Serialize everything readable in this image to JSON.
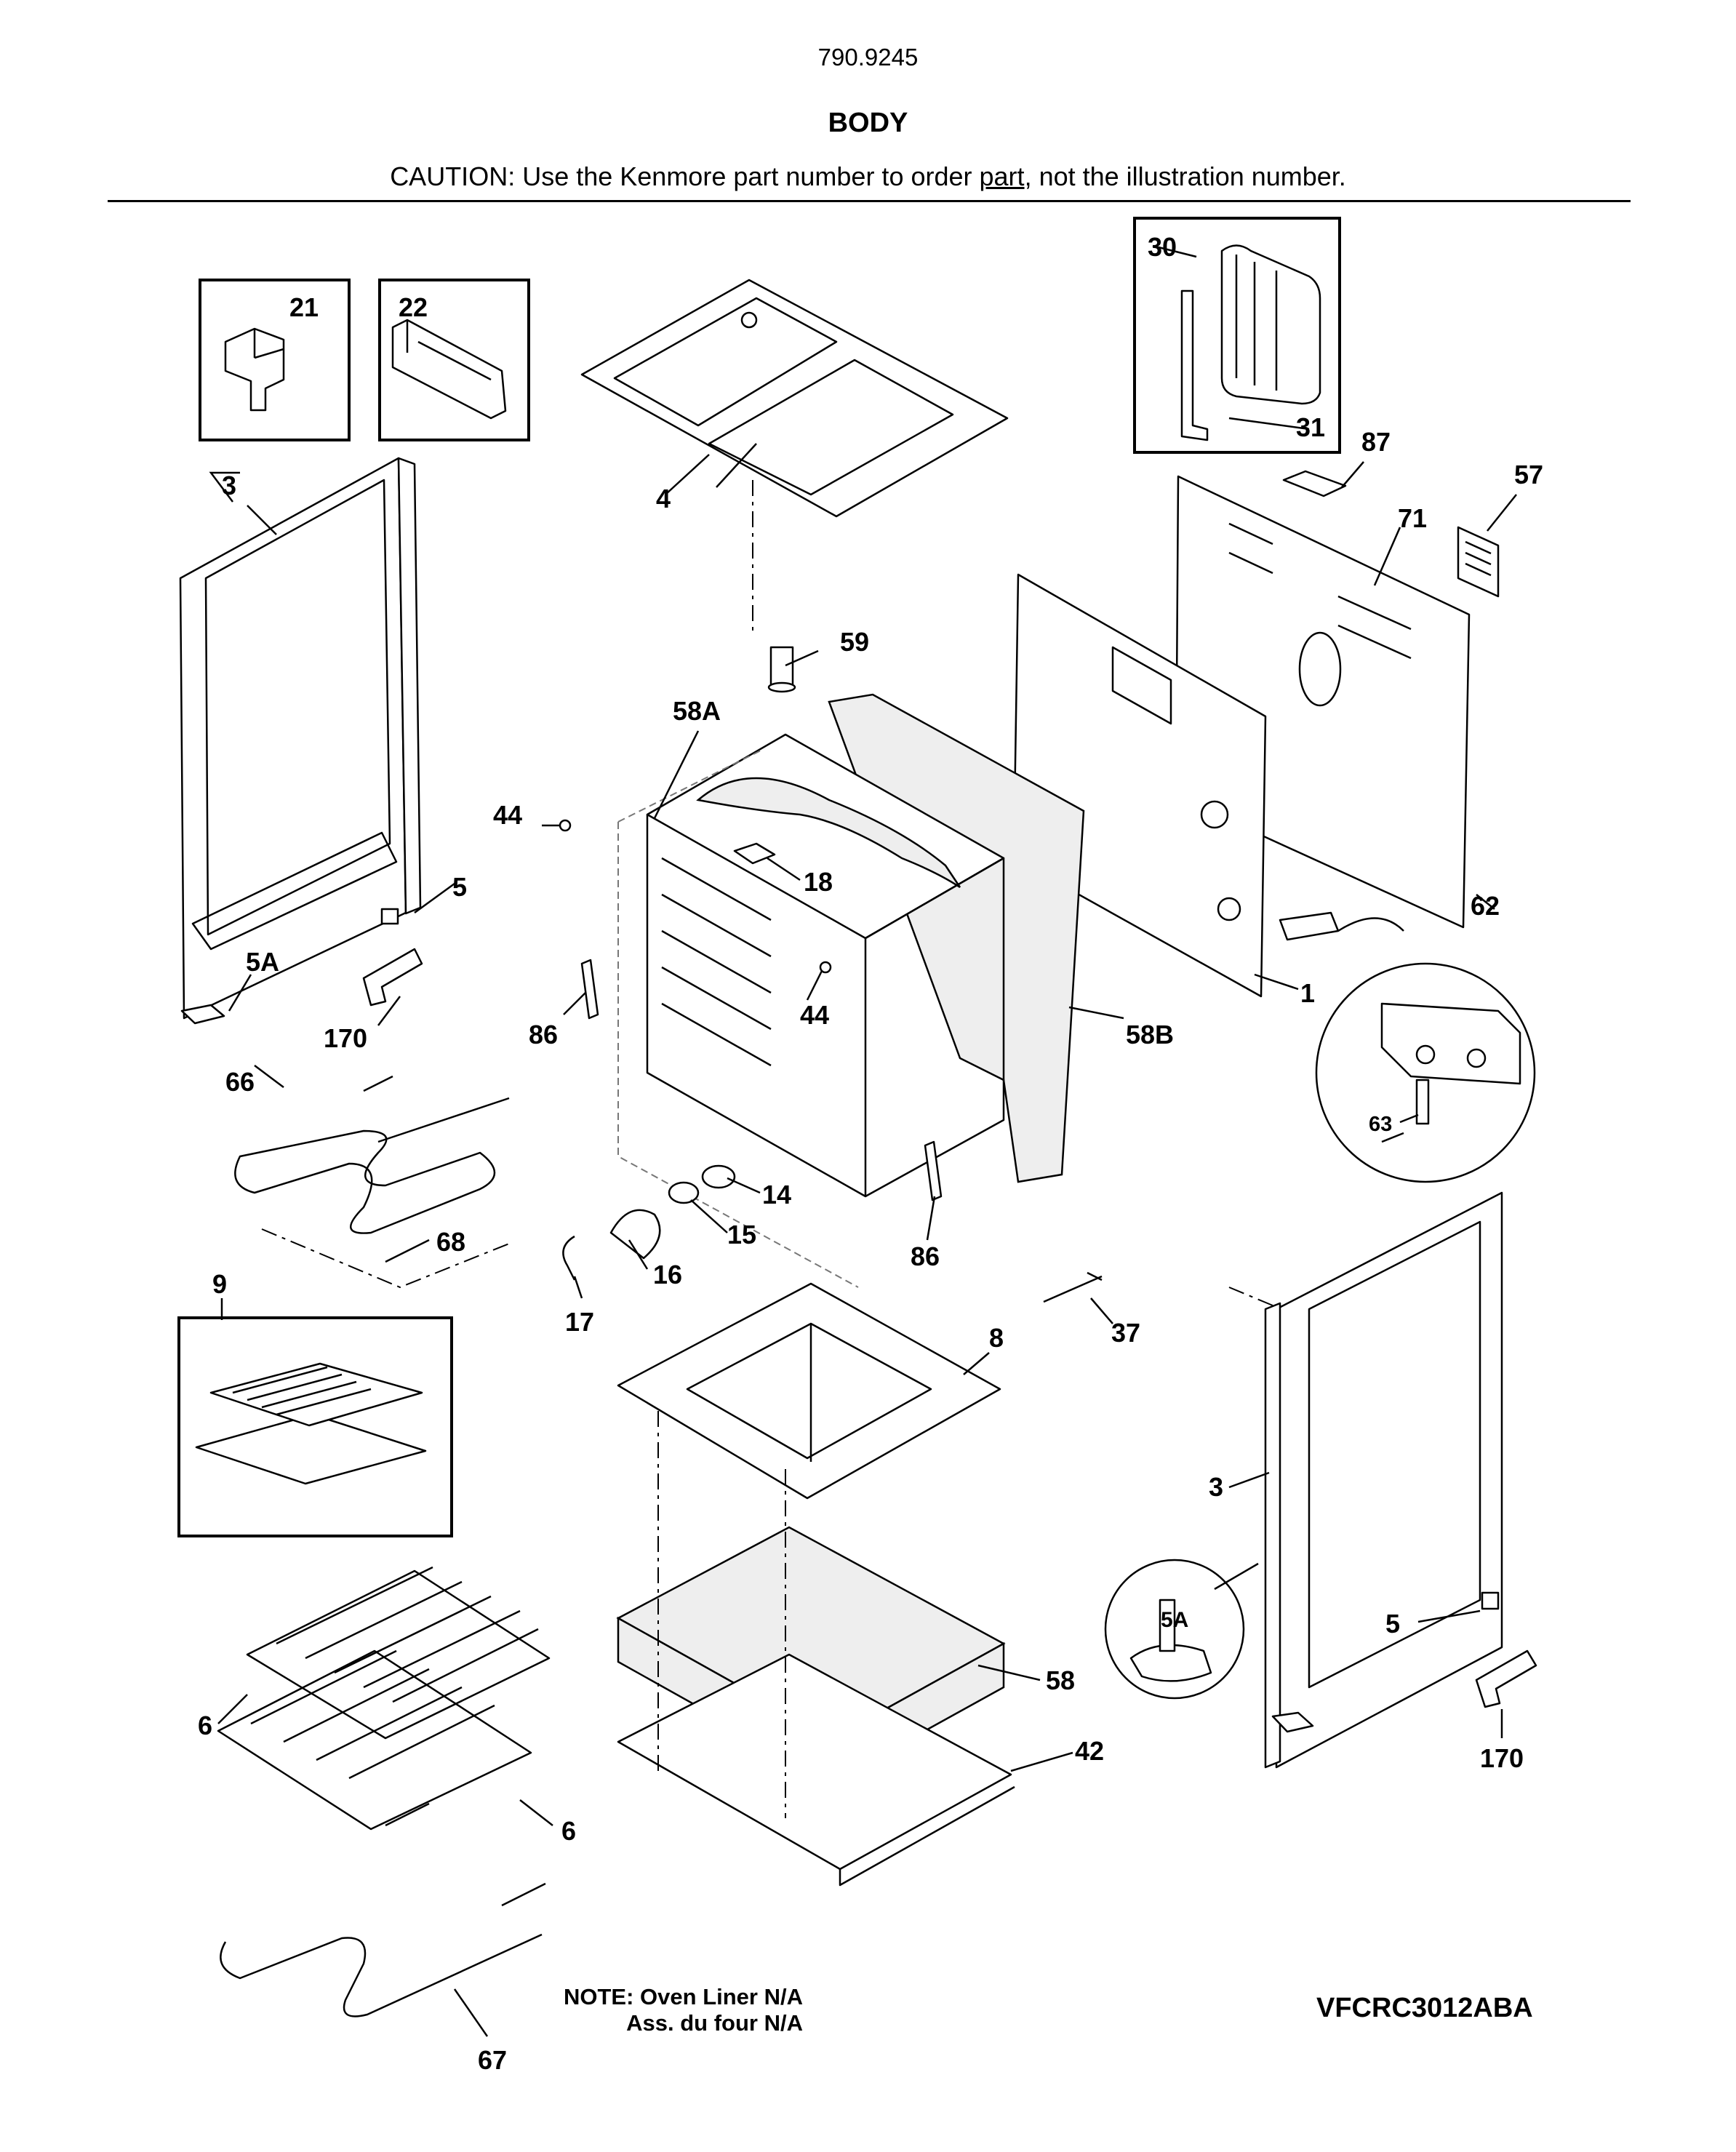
{
  "header": {
    "model_number": "790.9245",
    "section_title": "BODY",
    "caution_before": "CAUTION: Use the Kenmore part number to order ",
    "caution_underlined": "part",
    "caution_after": ", not the illustration number."
  },
  "diagram": {
    "callouts": {
      "c21": "21",
      "c22": "22",
      "c30": "30",
      "c31": "31",
      "c3_left": "3",
      "c4": "4",
      "c87": "87",
      "c57": "57",
      "c71": "71",
      "c59": "59",
      "c58A": "58A",
      "c44_top": "44",
      "c18": "18",
      "c5_left": "5",
      "c5A_left": "5A",
      "c170_left": "170",
      "c62": "62",
      "c86_left": "86",
      "c44_mid": "44",
      "c1": "1",
      "c58B": "58B",
      "c63": "63",
      "c66": "66",
      "c14": "14",
      "c15": "15",
      "c16": "16",
      "c86_right": "86",
      "c68": "68",
      "c9": "9",
      "c17": "17",
      "c37": "37",
      "c8": "8",
      "c3_right": "3",
      "c5A_right": "5A",
      "c5_right": "5",
      "c58": "58",
      "c6_upper": "6",
      "c42": "42",
      "c170_right": "170",
      "c6_lower": "6",
      "c67": "67"
    }
  },
  "footer": {
    "note_line1": "NOTE: Oven Liner N/A",
    "note_line2": "Ass. du four N/A",
    "model_code": "VFCRC3012ABA"
  }
}
